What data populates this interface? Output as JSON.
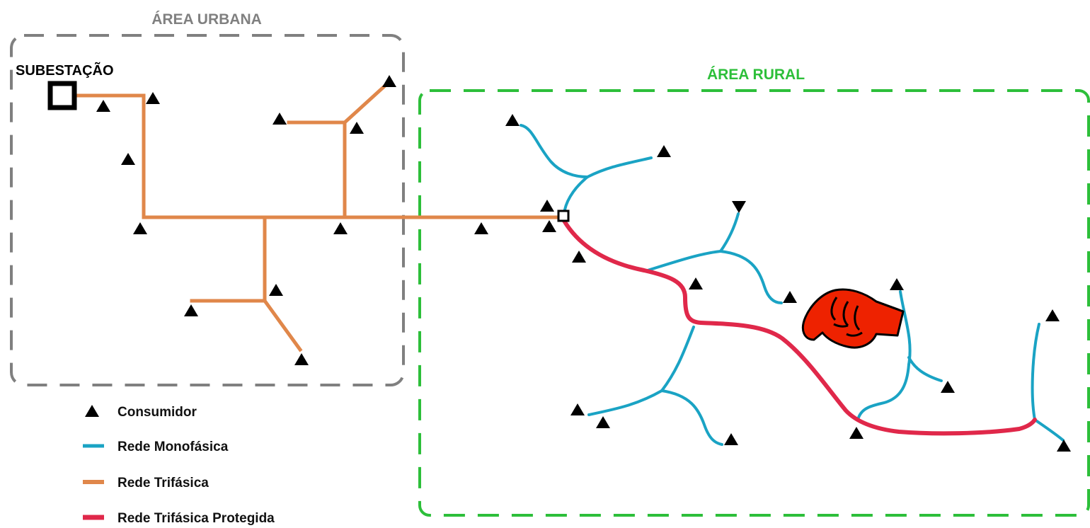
{
  "regions": {
    "urban": {
      "label": "ÁREA URBANA",
      "color": "#808080"
    },
    "rural": {
      "label": "ÁREA RURAL",
      "color": "#2dbf3a"
    }
  },
  "substation": {
    "label": "SUBESTAÇÃO"
  },
  "colors": {
    "monofasica": "#1aa3c4",
    "trifasica": "#e0874a",
    "trifasica_protegida": "#e0284a",
    "consumer": "#000000",
    "hand": "#ee2200"
  },
  "legend": {
    "consumidor": "Consumidor",
    "monofasica": "Rede Monofásica",
    "trifasica": "Rede Trifásica",
    "protegida": "Rede Trifásica Protegida"
  },
  "icons": {
    "pointer": "pointing-hand-icon",
    "consumer": "triangle-icon",
    "substation": "square-icon"
  }
}
